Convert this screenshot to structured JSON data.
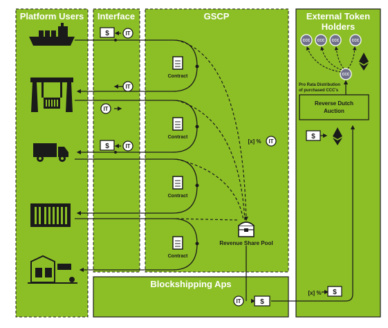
{
  "columns": {
    "platform_users": "Platform Users",
    "interface": "Interface",
    "gscp": "GSCP",
    "external_holders_line1": "External Token",
    "external_holders_line2": "Holders",
    "blockshipping_aps": "Blockshipping Aps"
  },
  "labels": {
    "contract": "Contract",
    "revenue_share_pool": "Revenue Share Pool",
    "pro_rata_line1": "Pro Rata Distribution",
    "pro_rata_line2": "of purchased CCC's",
    "reverse_dutch_line1": "Reverse Dutch",
    "reverse_dutch_line2": "Auction",
    "percent_share": "[x] %"
  },
  "tokens": {
    "dollar": "$",
    "it": "IT",
    "ccc": "CCC"
  },
  "icons": [
    "ship-icon",
    "crane-icon",
    "truck-icon",
    "warehouse-icon",
    "factory-icon",
    "ethereum-icon",
    "treasure-chest-icon",
    "contract-icon"
  ],
  "colors": {
    "background": "#8cbf26",
    "dark": "#1a1a1a",
    "white": "#ffffff",
    "token_fill": "#6f6f8a"
  }
}
